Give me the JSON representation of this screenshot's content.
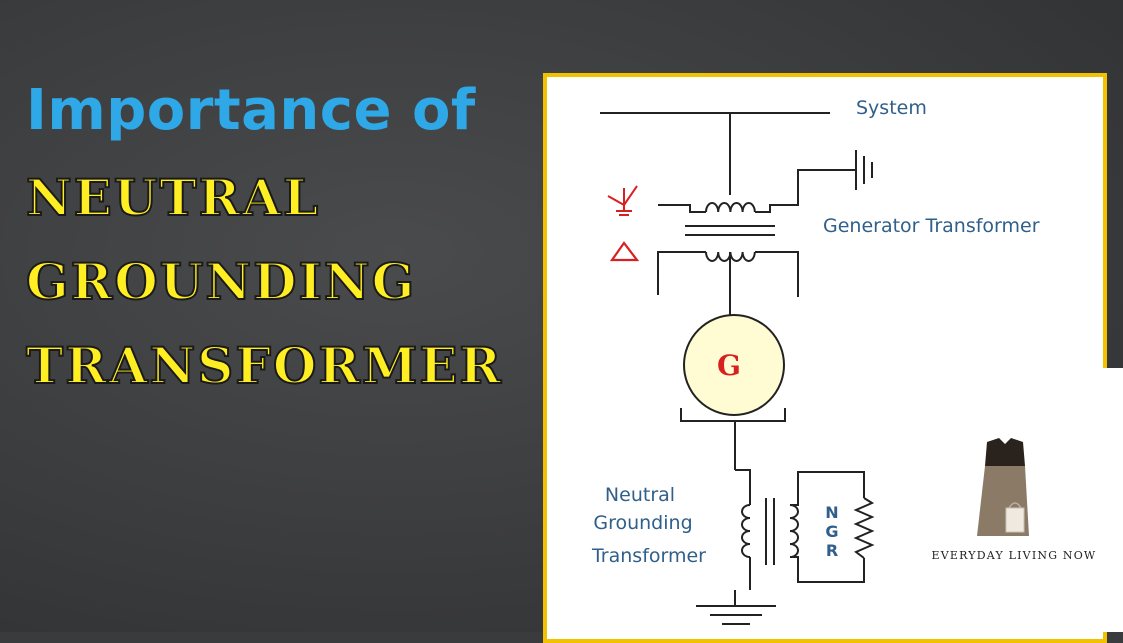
{
  "heading": {
    "line1": "Importance of",
    "line2": "NEUTRAL",
    "line3": "GROUNDING",
    "line4": "TRANSFORMER"
  },
  "diagram": {
    "system_label": "System",
    "generator_transformer_label": "Generator Transformer",
    "generator_symbol": "G",
    "ngt_label_line1": "Neutral",
    "ngt_label_line2": "Grounding",
    "ngt_label_line3": "Transformer",
    "ngr_n": "N",
    "ngr_g": "G",
    "ngr_r": "R"
  },
  "branding": {
    "text": "EVERYDAY LIVING NOW"
  },
  "colors": {
    "heading_blue": "#2ea8e6",
    "heading_yellow": "#ffee22",
    "frame_border": "#f2c200",
    "label_blue": "#2f5f8a",
    "symbol_red": "#d82020",
    "generator_fill": "#fffbd2"
  }
}
